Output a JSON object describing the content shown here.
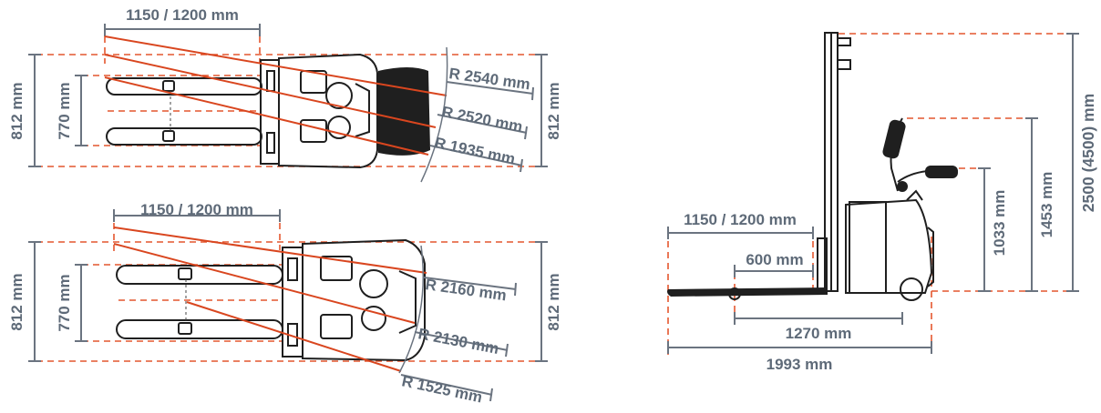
{
  "colors": {
    "dimension_text": "#5e6a78",
    "guide_red": "#e4572e",
    "outline": "#1f1f1f"
  },
  "top_view_1": {
    "fork_length": "1150 / 1200 mm",
    "width_outer_left": "812 mm",
    "fork_spread": "770 mm",
    "width_outer_right": "812 mm",
    "radius_1": "R 2540 mm",
    "radius_2": "R 2520 mm",
    "radius_3": "R 1935 mm"
  },
  "top_view_2": {
    "fork_length": "1150 / 1200 mm",
    "width_outer_left": "812 mm",
    "fork_spread": "770 mm",
    "width_outer_right": "812 mm",
    "radius_1": "R 2160 mm",
    "radius_2": "R 2130 mm",
    "radius_3": "R 1525 mm"
  },
  "side_view": {
    "fork_length": "1150 / 1200 mm",
    "load_center": "600 mm",
    "wheelbase": "1270 mm",
    "overall_length": "1993 mm",
    "handle_low_height": "1033 mm",
    "handle_high_height": "1453 mm",
    "mast_height": "2500 (4500) mm"
  }
}
